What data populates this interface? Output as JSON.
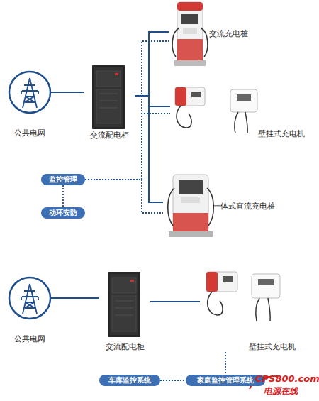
{
  "diagram": {
    "nodes": [
      {
        "text": [
          "公共电网"
        ]
      },
      {
        "text": [
          "交流配电柜"
        ]
      },
      {
        "text": [
          "交流充电桩"
        ]
      },
      {
        "text": [
          "壁挂式充电机"
        ]
      },
      {
        "text": [
          "一体式直流充电桩"
        ]
      },
      {
        "text": [
          "监控管理"
        ]
      },
      {
        "text": [
          "动环安防"
        ]
      },
      {
        "text": [
          "公共电网"
        ]
      },
      {
        "text": [
          "交流配电柜"
        ]
      },
      {
        "text": [
          "壁挂式充电机"
        ]
      },
      {
        "text": [
          "车库监控系统"
        ]
      },
      {
        "text": [
          "家庭监控管理系统"
        ]
      }
    ],
    "edges": [
      {
        "from": 0,
        "to": 1,
        "arrow": "none"
      },
      {
        "from": 1,
        "to": 2,
        "arrow": "none"
      },
      {
        "from": 1,
        "to": 3,
        "arrow": "none"
      },
      {
        "from": 1,
        "to": 4,
        "arrow": "none"
      },
      {
        "from": 5,
        "to": 2,
        "arrow": "none"
      },
      {
        "from": 5,
        "to": 3,
        "arrow": "none"
      },
      {
        "from": 5,
        "to": 4,
        "arrow": "none"
      },
      {
        "from": 5,
        "to": 6,
        "arrow": "none"
      },
      {
        "from": 7,
        "to": 8,
        "arrow": "none"
      },
      {
        "from": 8,
        "to": 9,
        "arrow": "none"
      },
      {
        "from": 9,
        "to": 11,
        "arrow": "none"
      },
      {
        "from": 10,
        "to": 11,
        "arrow": "none"
      }
    ],
    "labels": [
      "CPS800.com",
      "电源在线"
    ]
  }
}
